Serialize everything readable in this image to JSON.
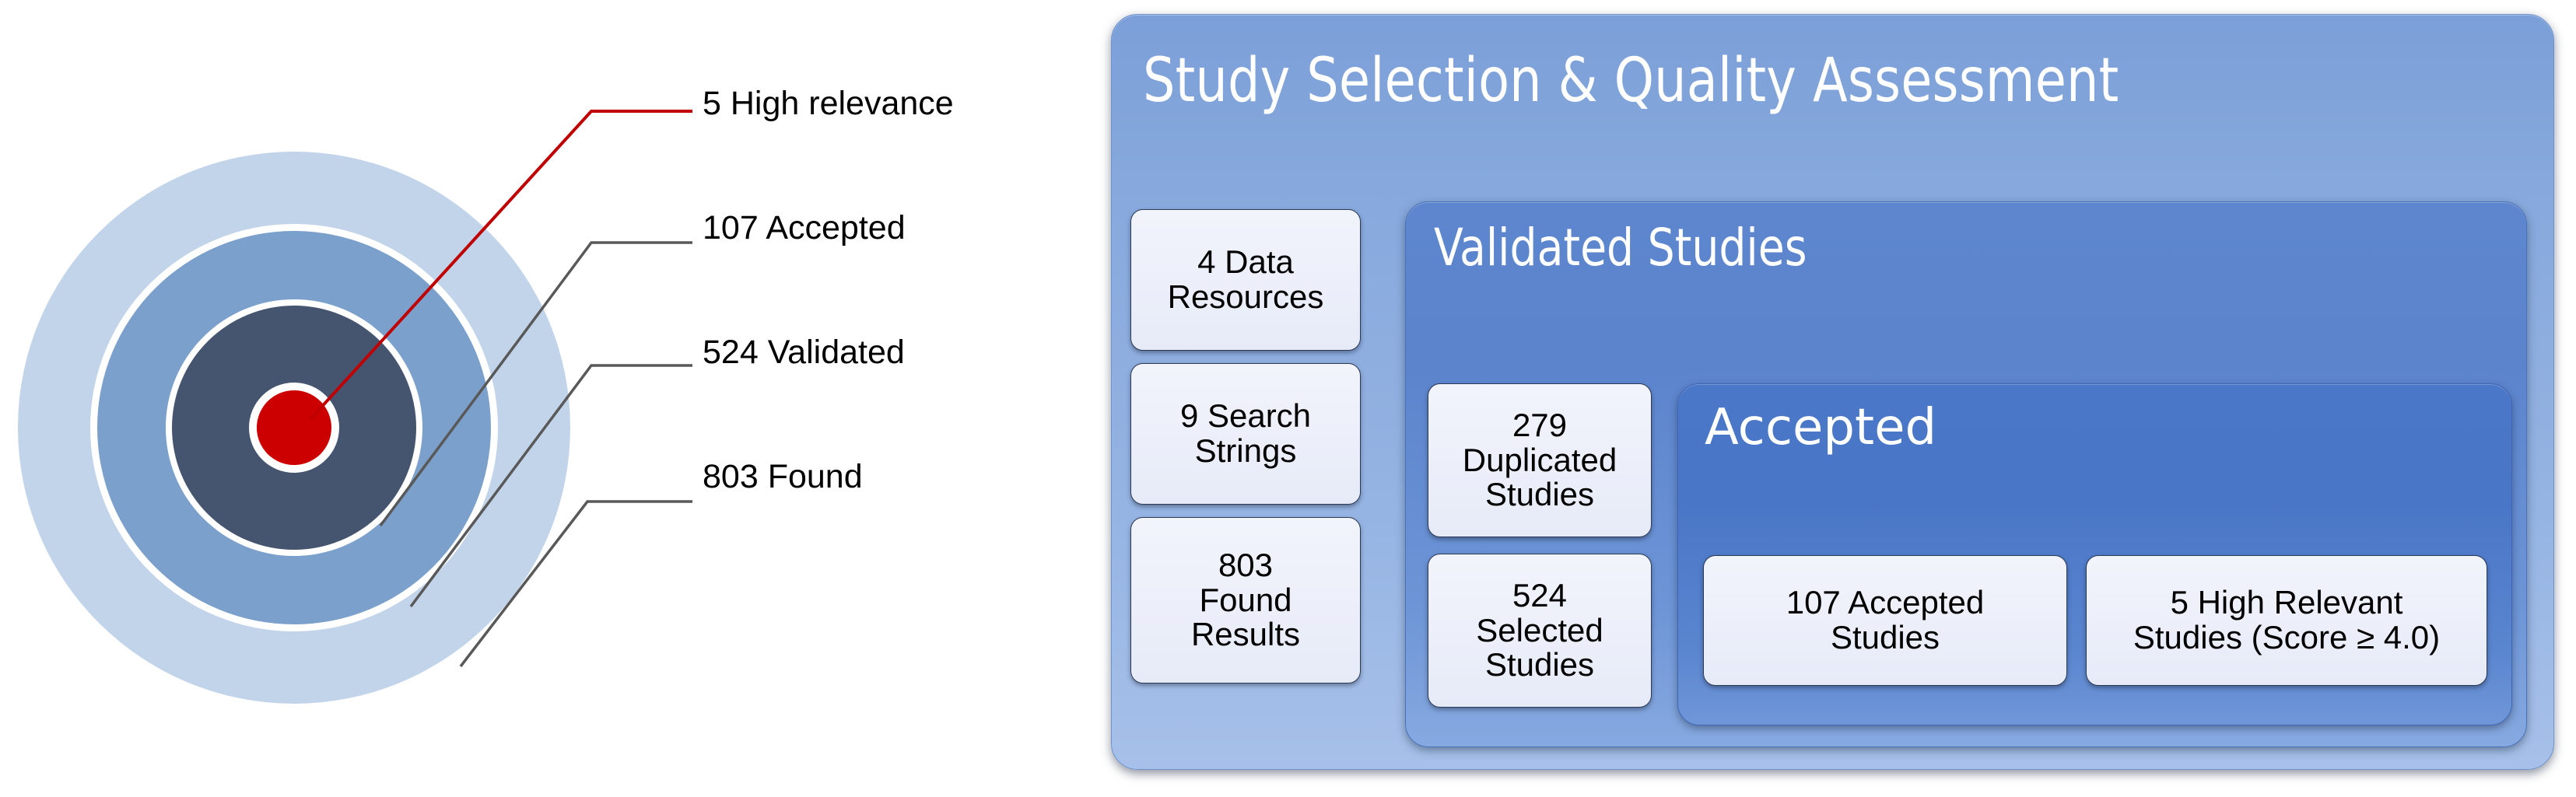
{
  "chart_data": {
    "type": "pie",
    "title": "",
    "categories": [
      "803 Found",
      "524 Validated",
      "107 Accepted",
      "5 High relevance"
    ],
    "values": [
      803,
      524,
      107,
      5
    ],
    "ring_colors": [
      "#c2d4ea",
      "#7ba0cb",
      "#455570",
      "#cc0000"
    ],
    "xlabel": "",
    "ylabel": "",
    "legend_position": "right-callouts",
    "grid": false
  },
  "funnel": {
    "callouts": [
      {
        "id": "high-relevance",
        "label": "5 High relevance",
        "value": 5,
        "leader_color": "#c00000",
        "ring_color": "#cc0000"
      },
      {
        "id": "accepted",
        "label": "107 Accepted",
        "value": 107,
        "leader_color": "#595959",
        "ring_color": "#455570"
      },
      {
        "id": "validated",
        "label": "524 Validated",
        "value": 524,
        "leader_color": "#595959",
        "ring_color": "#7ba0cb"
      },
      {
        "id": "found",
        "label": "803 Found",
        "value": 803,
        "leader_color": "#595959",
        "ring_color": "#c2d4ea"
      }
    ]
  },
  "panel": {
    "title": "Study Selection & Quality Assessment",
    "inputs": [
      {
        "id": "data-resources",
        "line1": "4 Data",
        "line2": "Resources",
        "line3": ""
      },
      {
        "id": "search-strings",
        "line1": "9 Search",
        "line2": "Strings",
        "line3": ""
      },
      {
        "id": "found-results",
        "line1": "803",
        "line2": "Found",
        "line3": "Results"
      }
    ],
    "validated": {
      "title": "Validated Studies",
      "cards": [
        {
          "id": "duplicated-studies",
          "line1": "279",
          "line2": "Duplicated",
          "line3": "Studies"
        },
        {
          "id": "selected-studies",
          "line1": "524",
          "line2": "Selected",
          "line3": "Studies"
        }
      ],
      "accepted": {
        "title": "Accepted",
        "cards": [
          {
            "id": "accepted-studies",
            "line1": "107 Accepted",
            "line2": "Studies"
          },
          {
            "id": "high-relevant",
            "line1": "5 High Relevant",
            "line2": "Studies (Score ≥ 4.0)"
          }
        ]
      }
    }
  },
  "colors": {
    "panel_blue": "#8aabdf",
    "validated_blue": "#5d86ce",
    "accepted_blue": "#4b77c8",
    "card_bg": "#eceffa",
    "card_border": "#2b3a55",
    "accent_red": "#cc0000",
    "leader_gray": "#595959"
  }
}
